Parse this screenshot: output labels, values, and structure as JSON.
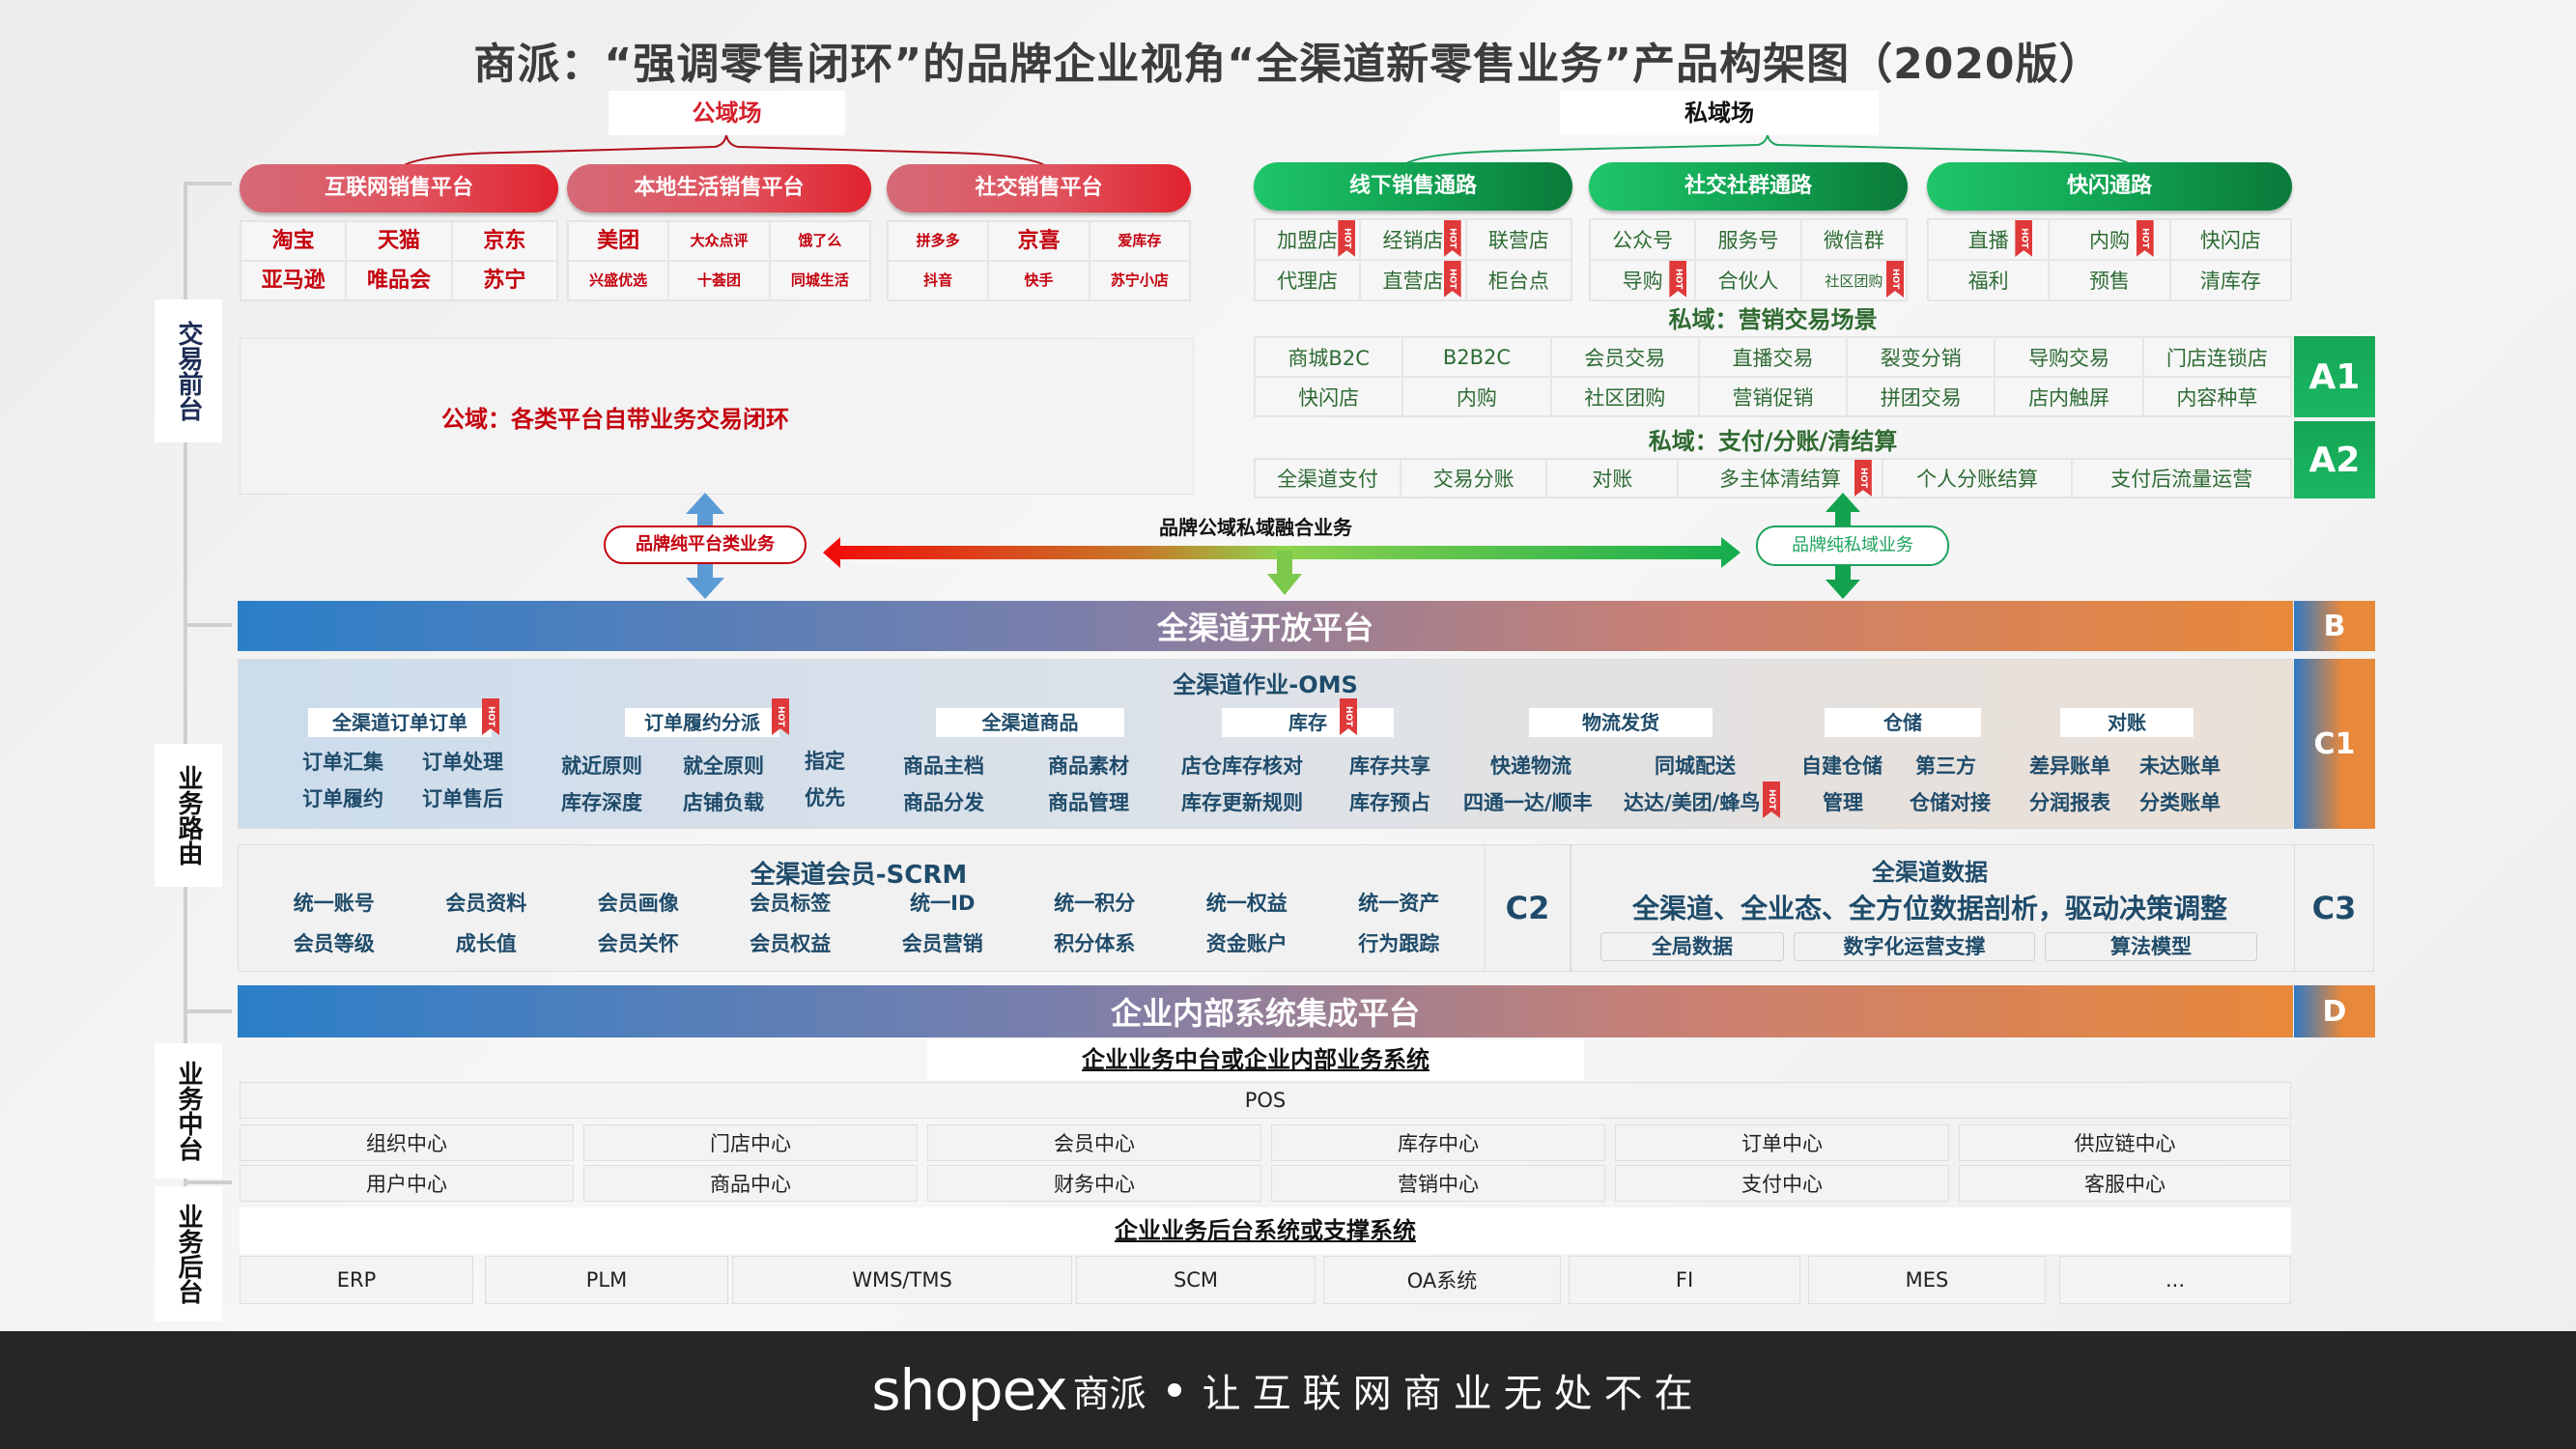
{
  "title": "商派：“强调零售闭环”的品牌企业视角“全渠道新零售业务”产品构架图（2020版）",
  "public_field": {
    "label": "公域场",
    "platforms": [
      {
        "name": "互联网销售平台",
        "cells": [
          "淘宝",
          "天猫",
          "京东",
          "亚马逊",
          "唯品会",
          "苏宁"
        ]
      },
      {
        "name": "本地生活销售平台",
        "cells": [
          "美团",
          "大众点评",
          "饿了么",
          "兴盛优选",
          "十荟团",
          "同城生活"
        ]
      },
      {
        "name": "社交销售平台",
        "cells": [
          "拼多多",
          "京喜",
          "爱库存",
          "抖音",
          "快手",
          "苏宁小店"
        ]
      }
    ],
    "closed_loop": "公域：各类平台自带业务交易闭环"
  },
  "private_field": {
    "label": "私域场",
    "channels": [
      {
        "name": "线下销售通路",
        "cells": [
          "加盟店",
          "经销店",
          "联营店",
          "代理店",
          "直营店",
          "柜台点"
        ]
      },
      {
        "name": "社交社群通路",
        "cells": [
          "公众号",
          "服务号",
          "微信群",
          "导购",
          "合伙人",
          "社区团购"
        ]
      },
      {
        "name": "快闪通路",
        "cells": [
          "直播",
          "内购",
          "快闪店",
          "福利",
          "预售",
          "清库存"
        ]
      }
    ],
    "a1": {
      "title": "私域：营销交易场景",
      "tag": "A1",
      "cells": [
        "商城B2C",
        "B2B2C",
        "会员交易",
        "直播交易",
        "裂变分销",
        "导购交易",
        "门店连锁店",
        "快闪店",
        "内购",
        "社区团购",
        "营销促销",
        "拼团交易",
        "店内触屏",
        "内容种草"
      ]
    },
    "a2": {
      "title": "私域：支付/分账/清结算",
      "tag": "A2",
      "cells": [
        "全渠道支付",
        "交易分账",
        "对账",
        "多主体清结算",
        "个人分账结算",
        "支付后流量运营"
      ]
    }
  },
  "flow": {
    "left_node": "品牌纯平台类业务",
    "center_label": "品牌公域私域融合业务",
    "right_node": "品牌纯私域业务"
  },
  "hot_label": "HOT",
  "bar_b": {
    "label": "全渠道开放平台",
    "tag": "B"
  },
  "c1": {
    "title": "全渠道作业-OMS",
    "tag": "C1",
    "groups": [
      {
        "name": "全渠道订单订单",
        "items": [
          "订单汇集",
          "订单处理",
          "订单履约",
          "订单售后"
        ]
      },
      {
        "name": "订单履约分派",
        "items": [
          "就近原则",
          "就全原则",
          "指定优先",
          "库存深度",
          "店铺负载"
        ]
      },
      {
        "name": "全渠道商品",
        "items": [
          "商品主档",
          "商品素材",
          "商品分发",
          "商品管理"
        ]
      },
      {
        "name": "库存",
        "items": [
          "店仓库存核对",
          "库存共享",
          "库存更新规则",
          "库存预占"
        ]
      },
      {
        "name": "物流发货",
        "items": [
          "快递物流",
          "同城配送",
          "四通一达/顺丰",
          "达达/美团/蜂鸟"
        ]
      },
      {
        "name": "仓储",
        "items": [
          "自建仓储",
          "第三方",
          "管理",
          "仓储对接"
        ]
      },
      {
        "name": "对账",
        "items": [
          "差异账单",
          "未达账单",
          "分润报表",
          "分类账单"
        ]
      }
    ]
  },
  "c2": {
    "title": "全渠道会员-SCRM",
    "tag": "C2",
    "row1": [
      "统一账号",
      "会员资料",
      "会员画像",
      "会员标签",
      "统一ID",
      "统一积分",
      "统一权益",
      "统一资产"
    ],
    "row2": [
      "会员等级",
      "成长值",
      "会员关怀",
      "会员权益",
      "会员营销",
      "积分体系",
      "资金账户",
      "行为跟踪"
    ]
  },
  "c3": {
    "title": "全渠道数据",
    "tag": "C3",
    "subtitle": "全渠道、全业态、全方位数据剖析，驱动决策调整",
    "items": [
      "全局数据",
      "数字化运营支撑",
      "算法模型"
    ]
  },
  "bar_d": {
    "label": "企业内部系统集成平台",
    "tag": "D"
  },
  "middle": {
    "title": "企业业务中台或企业内部业务系统",
    "pos": "POS",
    "row1": [
      "组织中心",
      "门店中心",
      "会员中心",
      "库存中心",
      "订单中心",
      "供应链中心"
    ],
    "row2": [
      "用户中心",
      "商品中心",
      "财务中心",
      "营销中心",
      "支付中心",
      "客服中心"
    ]
  },
  "backend": {
    "title": "企业业务后台系统或支撑系统",
    "items": [
      "ERP",
      "PLM",
      "WMS/TMS",
      "SCM",
      "OA系统",
      "FI",
      "MES",
      "..."
    ]
  },
  "rail": [
    "交易前台",
    "业务路由",
    "业务中台",
    "业务后台"
  ],
  "footer": {
    "logo": "shopex",
    "brand": "商派",
    "slogan": "让互联网商业无处不在"
  },
  "colors": {
    "public_red": "#e0232e",
    "private_green": "#10a050",
    "oms_blue": "#1f4b6a",
    "footer_bg": "#262626"
  }
}
